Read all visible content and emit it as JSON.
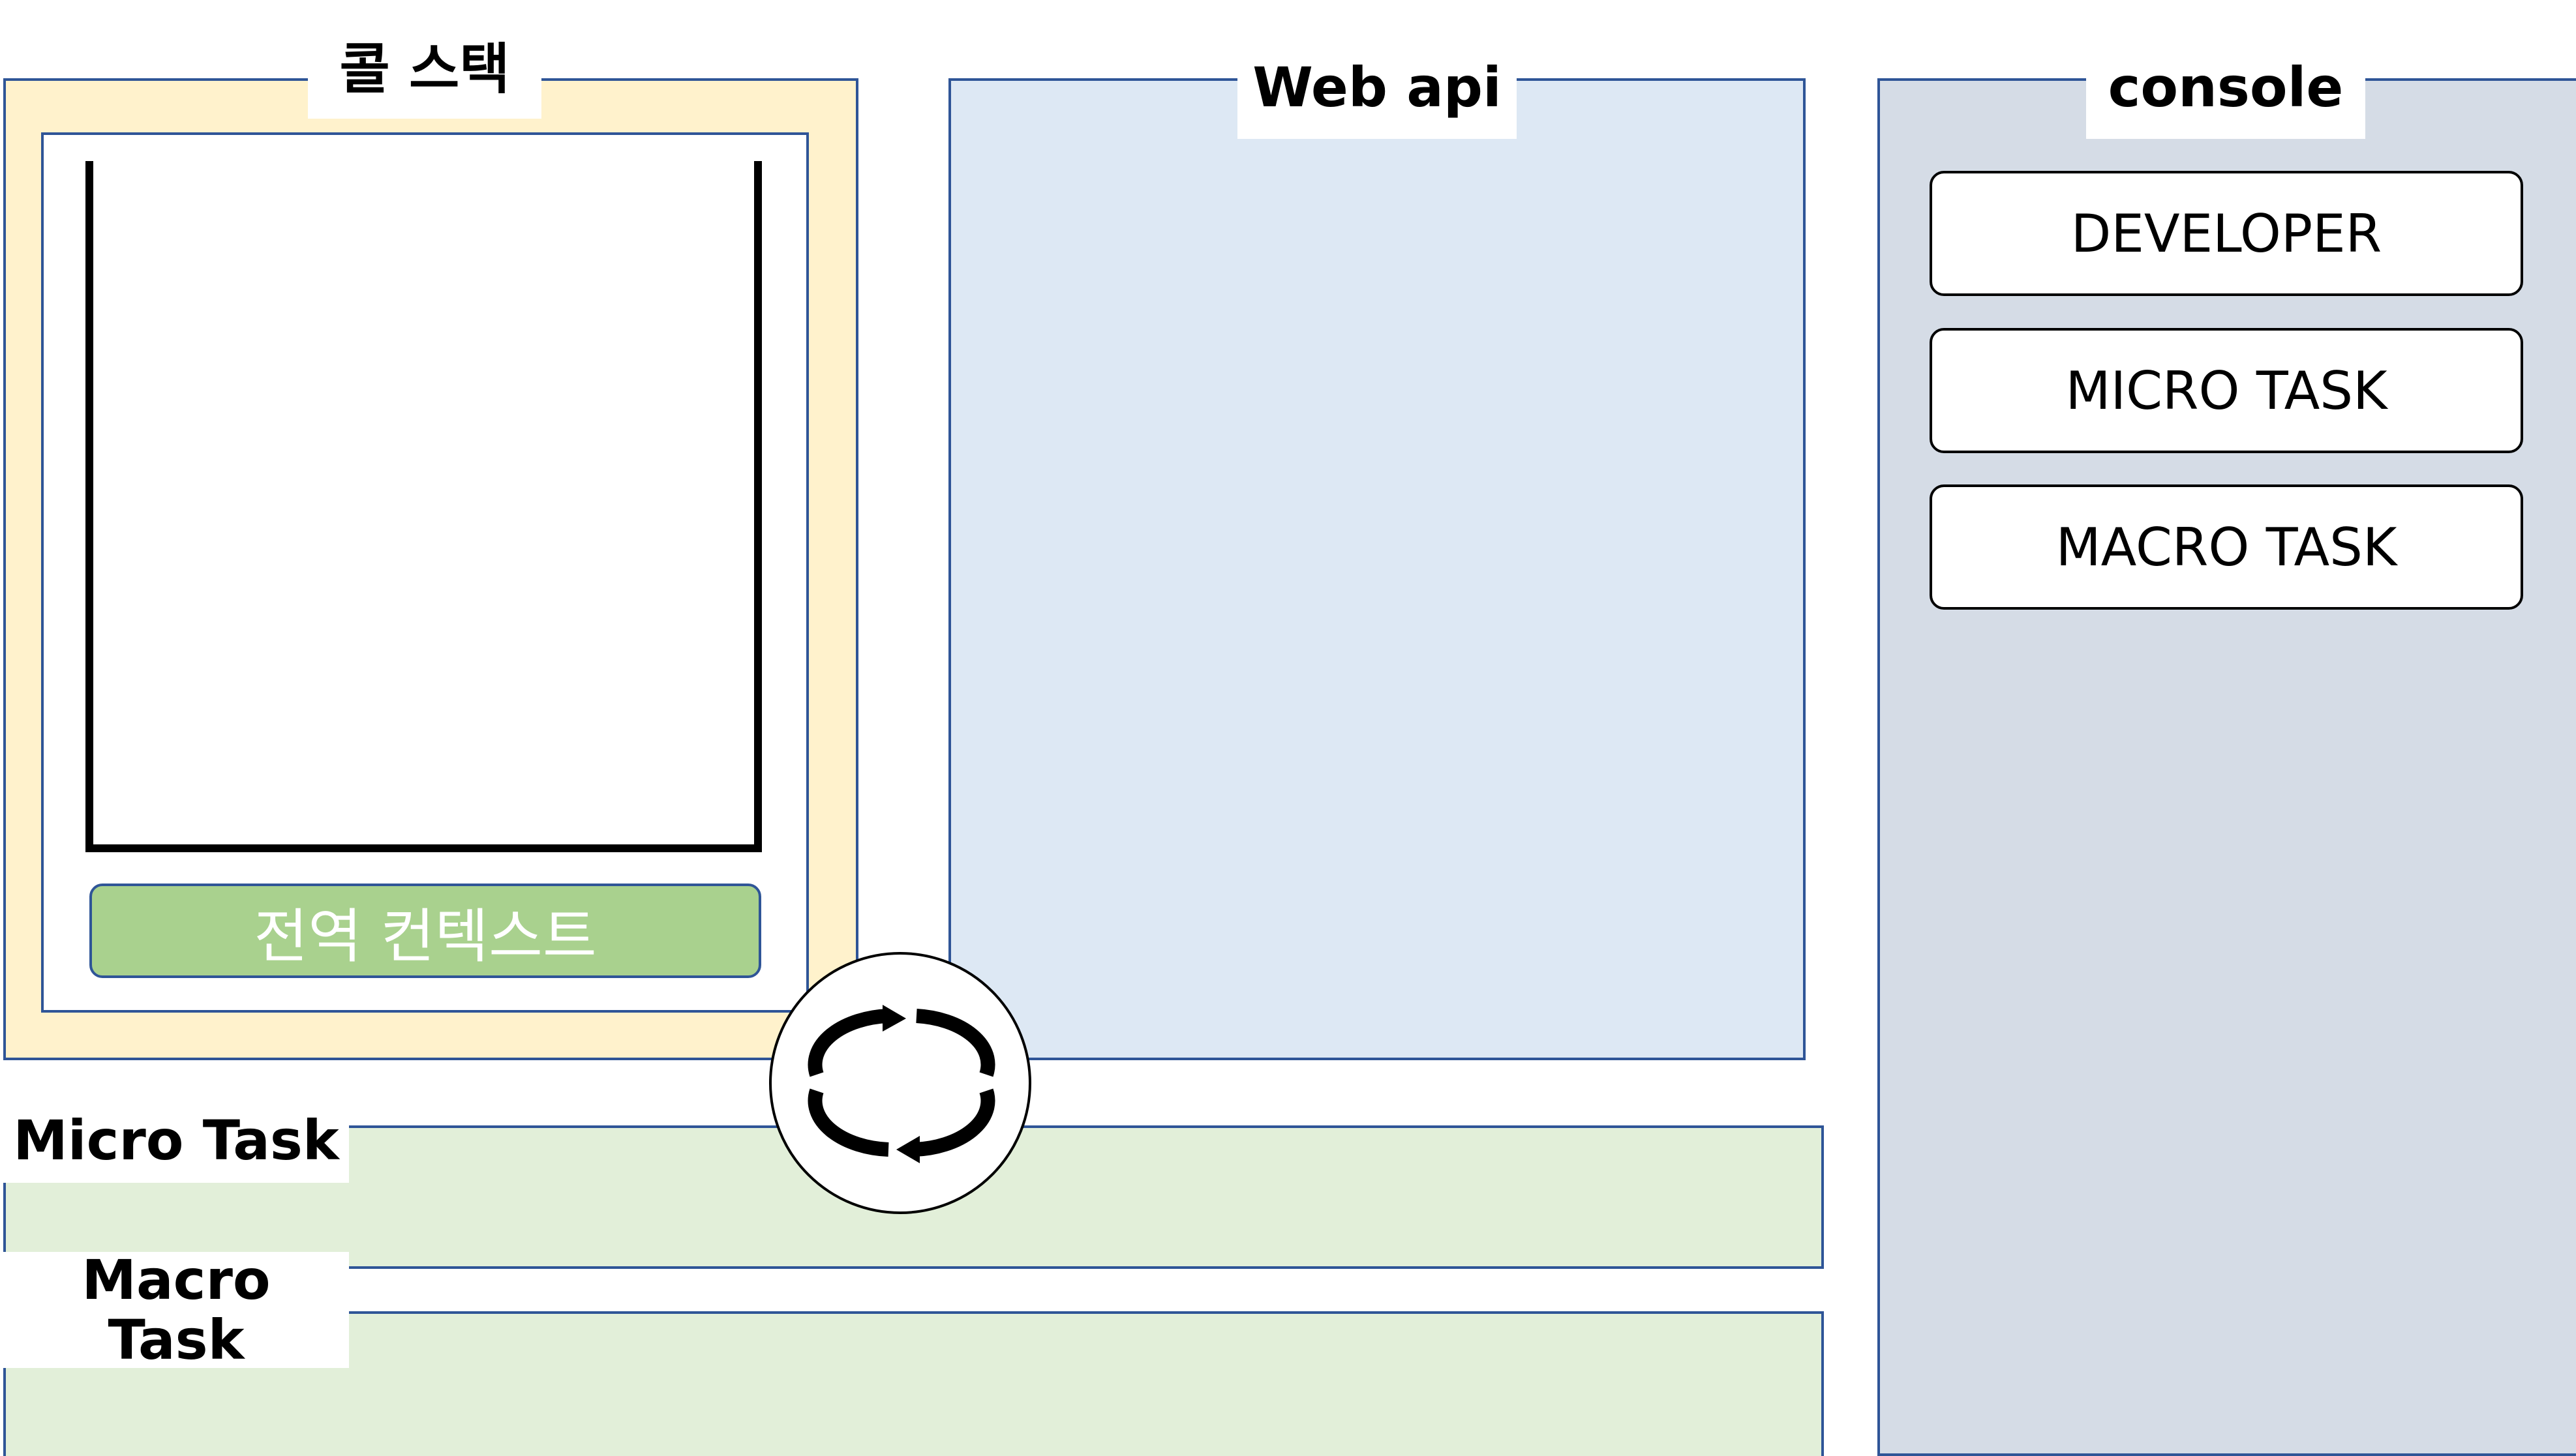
{
  "call_stack": {
    "title": "콜 스택",
    "global_context": "전역 컨텍스트"
  },
  "web_api": {
    "title": "Web api"
  },
  "console": {
    "title": "console",
    "buttons": [
      "DEVELOPER",
      "MICRO TASK",
      "MACRO TASK"
    ]
  },
  "micro_task": {
    "title": "Micro Task"
  },
  "macro_task": {
    "title_line1": "Macro",
    "title_line2": "Task"
  },
  "event_loop": {
    "icon": "refresh-cycle-icon"
  },
  "colors": {
    "call_stack_bg": "#fff2cc",
    "web_api_bg": "#dde8f4",
    "console_bg": "#d5dce6",
    "task_queue_bg": "#e2efd9",
    "global_context_bg": "#a9d18e",
    "border": "#2f5597"
  }
}
